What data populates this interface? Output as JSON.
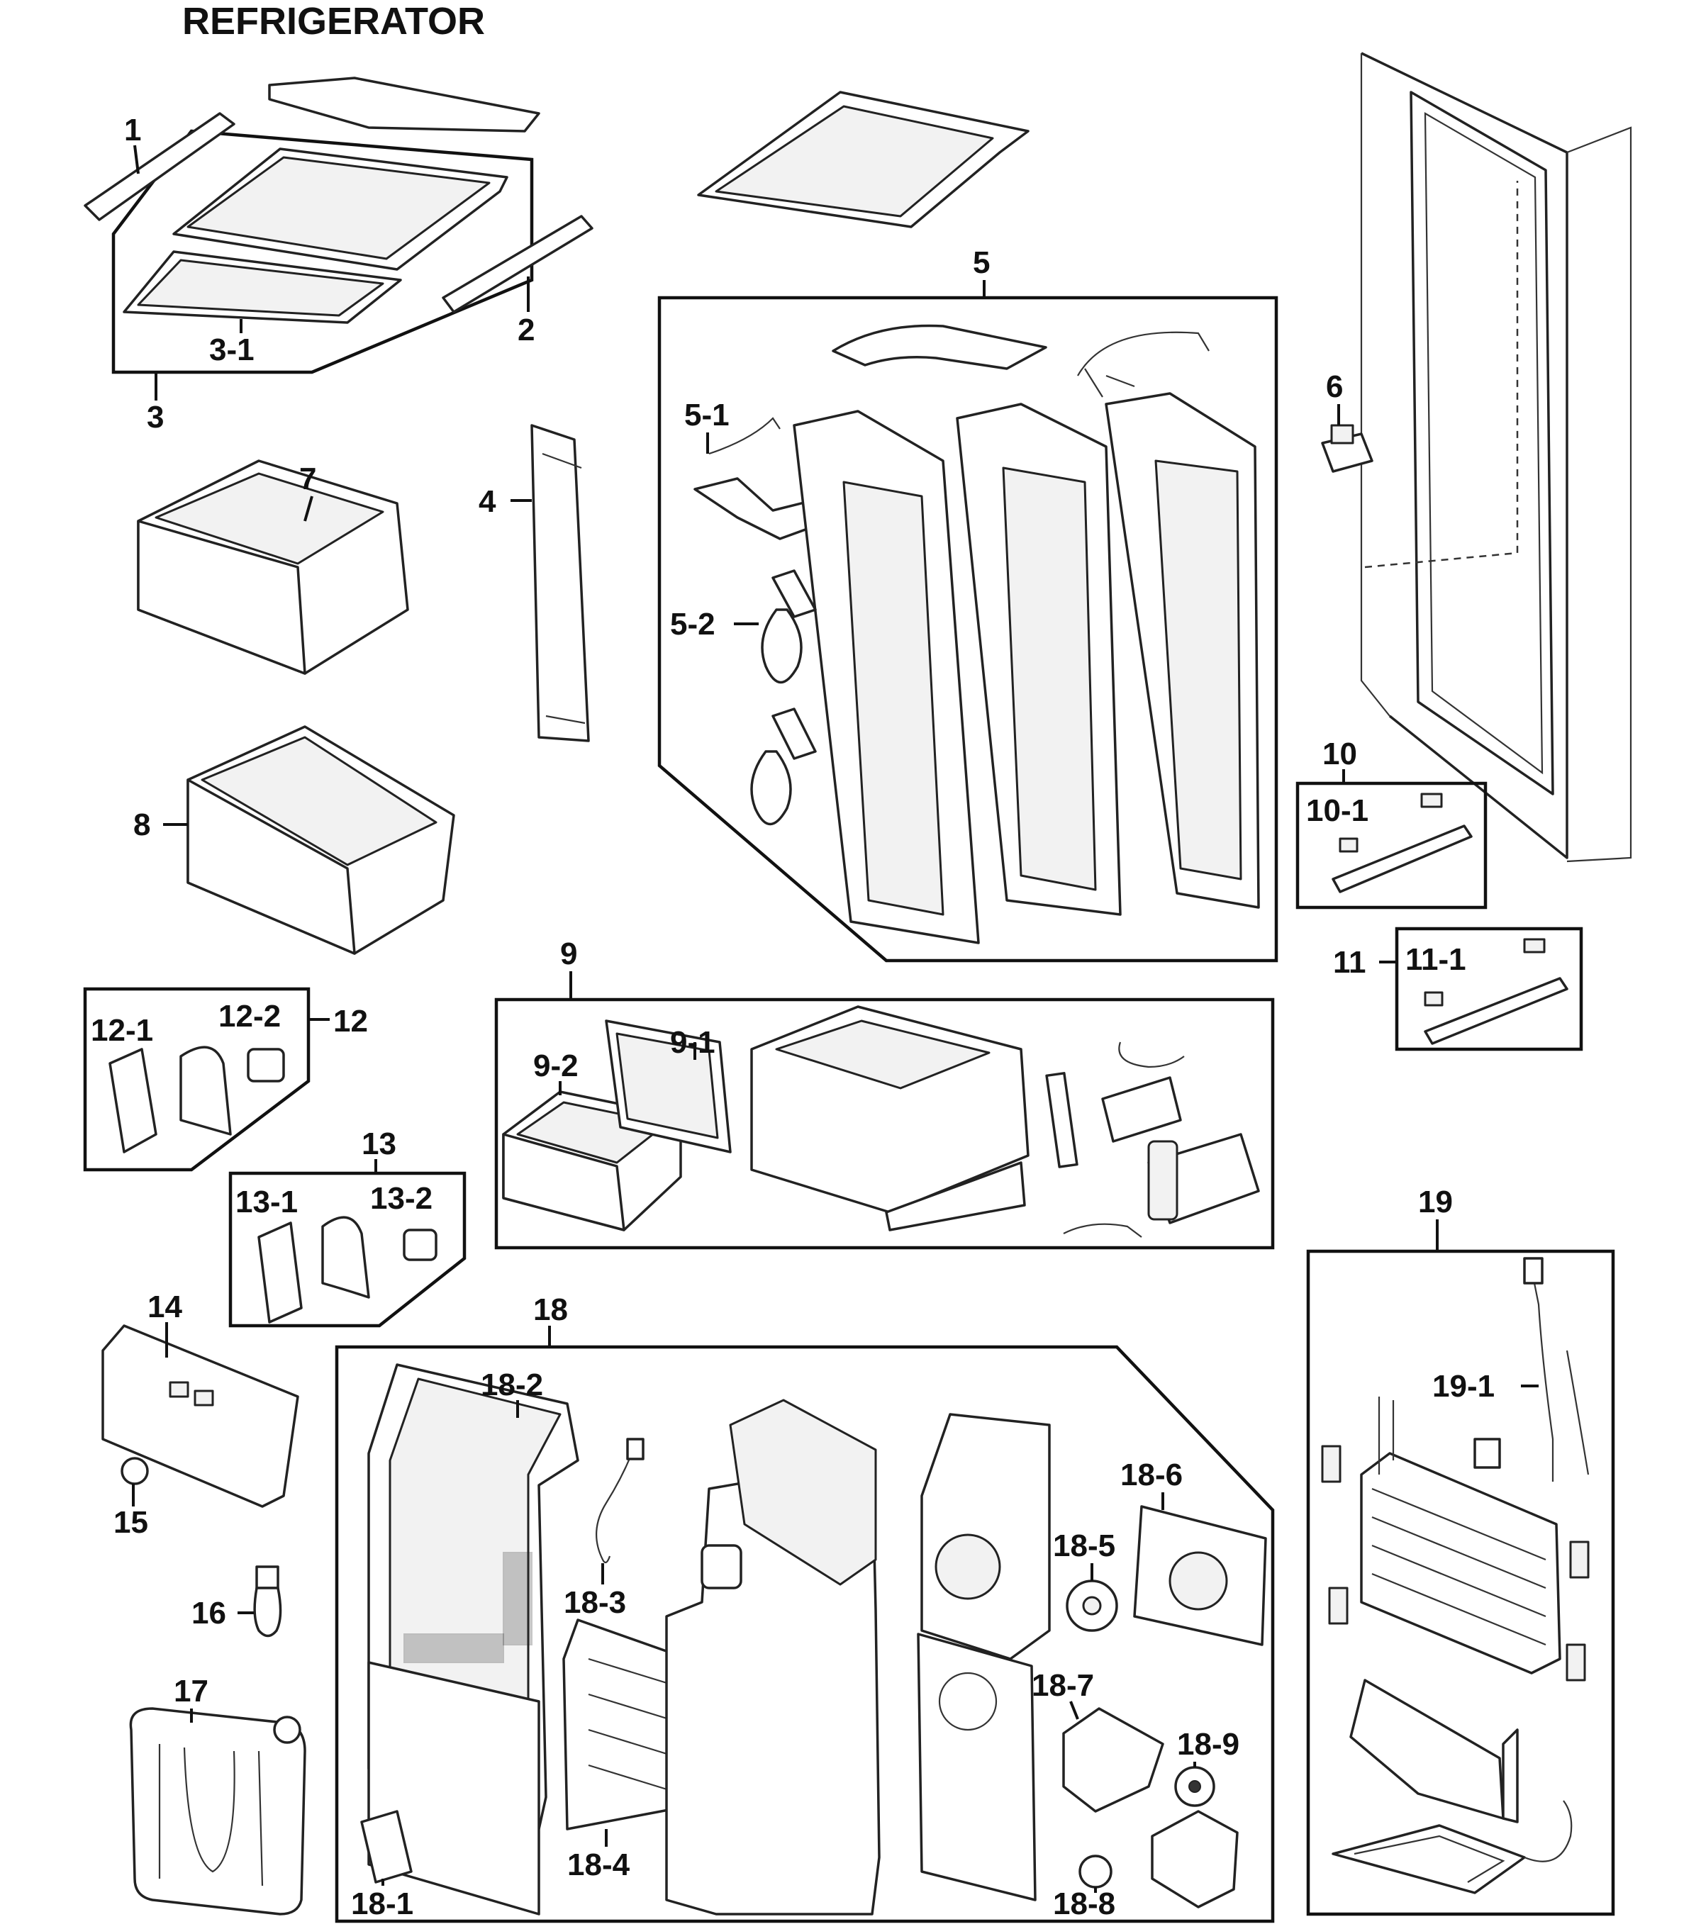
{
  "title": "REFRIGERATOR",
  "callouts": {
    "c1": "1",
    "c2": "2",
    "c3": "3",
    "c3_1": "3-1",
    "c4": "4",
    "c5": "5",
    "c5_1": "5-1",
    "c5_2": "5-2",
    "c6": "6",
    "c7": "7",
    "c8": "8",
    "c9": "9",
    "c9_1": "9-1",
    "c9_2": "9-2",
    "c10": "10",
    "c10_1": "10-1",
    "c11": "11",
    "c11_1": "11-1",
    "c12": "12",
    "c12_1": "12-1",
    "c12_2": "12-2",
    "c13": "13",
    "c13_1": "13-1",
    "c13_2": "13-2",
    "c14": "14",
    "c15": "15",
    "c16": "16",
    "c17": "17",
    "c18": "18",
    "c18_1": "18-1",
    "c18_2": "18-2",
    "c18_3": "18-3",
    "c18_4": "18-4",
    "c18_5": "18-5",
    "c18_6": "18-6",
    "c18_7": "18-7",
    "c18_8": "18-8",
    "c18_9": "18-9",
    "c19": "19",
    "c19_1": "19-1"
  }
}
